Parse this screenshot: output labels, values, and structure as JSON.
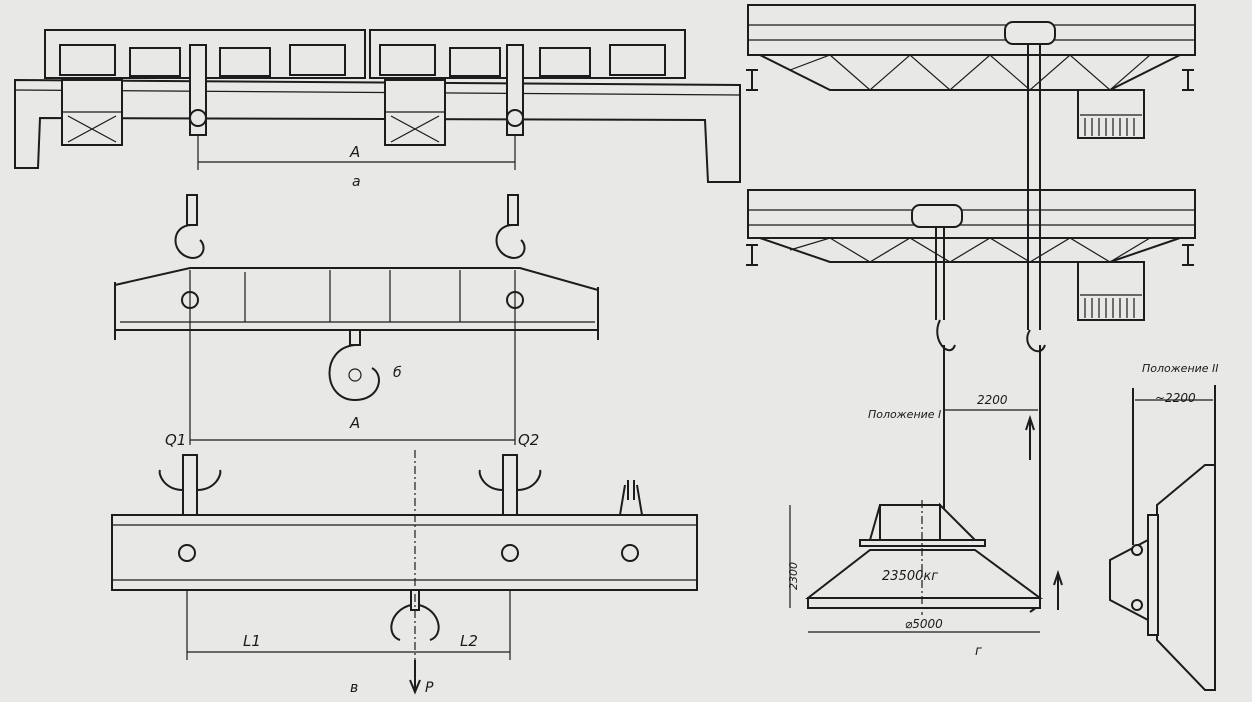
{
  "panels": {
    "a": {
      "letter": "а",
      "dimension": "A"
    },
    "b": {
      "letter": "б",
      "dimension": "A"
    },
    "v": {
      "letter": "в",
      "load_left": "Q1",
      "load_right": "Q2",
      "span_left": "L1",
      "span_right": "L2",
      "force": "P"
    },
    "g": {
      "letter": "г",
      "position_1": "Положение I",
      "position_2": "Положение II",
      "rope_spacing_1": "2200",
      "rope_spacing_2": "~2200",
      "height": "2300",
      "mass": "23500кг",
      "diameter": "⌀5000"
    }
  },
  "colors": {
    "paper": "#e8e8e6",
    "ink": "#1c1c1c"
  }
}
